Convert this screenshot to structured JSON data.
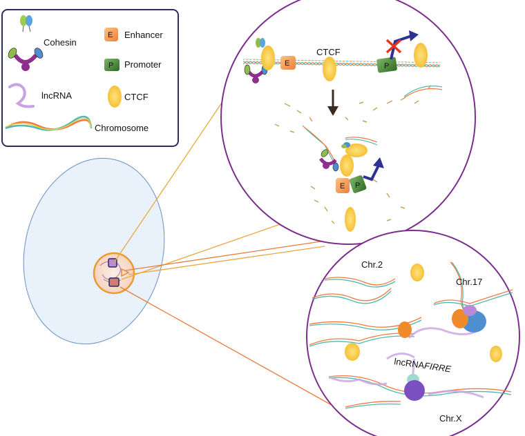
{
  "legend": {
    "cohesin": "Cohesin",
    "enhancer_letter": "E",
    "enhancer": "Enhancer",
    "promoter_letter": "P",
    "promoter": "Promoter",
    "lncrna": "lncRNA",
    "ctcf": "CTCF",
    "chromosome": "Chromosome"
  },
  "top_panel": {
    "ctcf_label": "CTCF",
    "enhancer_letter": "E",
    "promoter_letter": "P"
  },
  "bottom_panel": {
    "chr2": "Chr.2",
    "chr17": "Chr.17",
    "chrx": "Chr.X",
    "lncrna_prefix": "lncRNA",
    "lncrna_italic": "FIRRE"
  },
  "colors": {
    "panel_border": "#7b2d8e",
    "legend_border": "#2b2b5e",
    "cell_fill": "#e8f0fb",
    "ctcf": "#f7c948",
    "enhancer": "#f5a25a",
    "promoter": "#3d7a2e",
    "arrow": "#2e3192",
    "cross": "#e53222",
    "cohesin": "#8e2e8e"
  }
}
